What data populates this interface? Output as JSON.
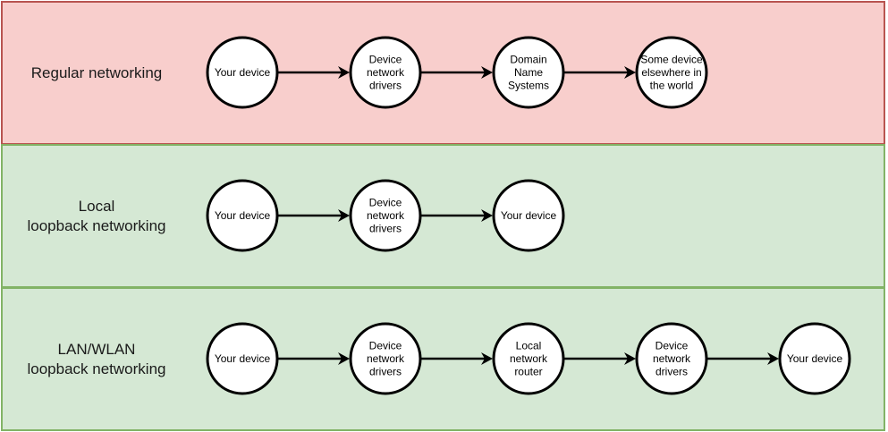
{
  "colors": {
    "regular_fill": "#f8cecc",
    "regular_border": "#b85450",
    "loopback_fill": "#d5e8d4",
    "loopback_border": "#82b366",
    "node_fill": "#ffffff",
    "node_stroke": "#000000"
  },
  "lanes": [
    {
      "label": "Regular networking",
      "nodes": [
        {
          "lines": [
            "Your device"
          ]
        },
        {
          "lines": [
            "Device",
            "network",
            "drivers"
          ]
        },
        {
          "lines": [
            "Domain",
            "Name",
            "Systems"
          ]
        },
        {
          "lines": [
            "Some device",
            "elsewhere in",
            "the world"
          ]
        }
      ]
    },
    {
      "label": "Local\nloopback networking",
      "nodes": [
        {
          "lines": [
            "Your device"
          ]
        },
        {
          "lines": [
            "Device",
            "network",
            "drivers"
          ]
        },
        {
          "lines": [
            "Your device"
          ]
        }
      ]
    },
    {
      "label": "LAN/WLAN\nloopback networking",
      "nodes": [
        {
          "lines": [
            "Your device"
          ]
        },
        {
          "lines": [
            "Device",
            "network",
            "drivers"
          ]
        },
        {
          "lines": [
            "Local",
            "network",
            "router"
          ]
        },
        {
          "lines": [
            "Device",
            "network",
            "drivers"
          ]
        },
        {
          "lines": [
            "Your device"
          ]
        }
      ]
    }
  ]
}
